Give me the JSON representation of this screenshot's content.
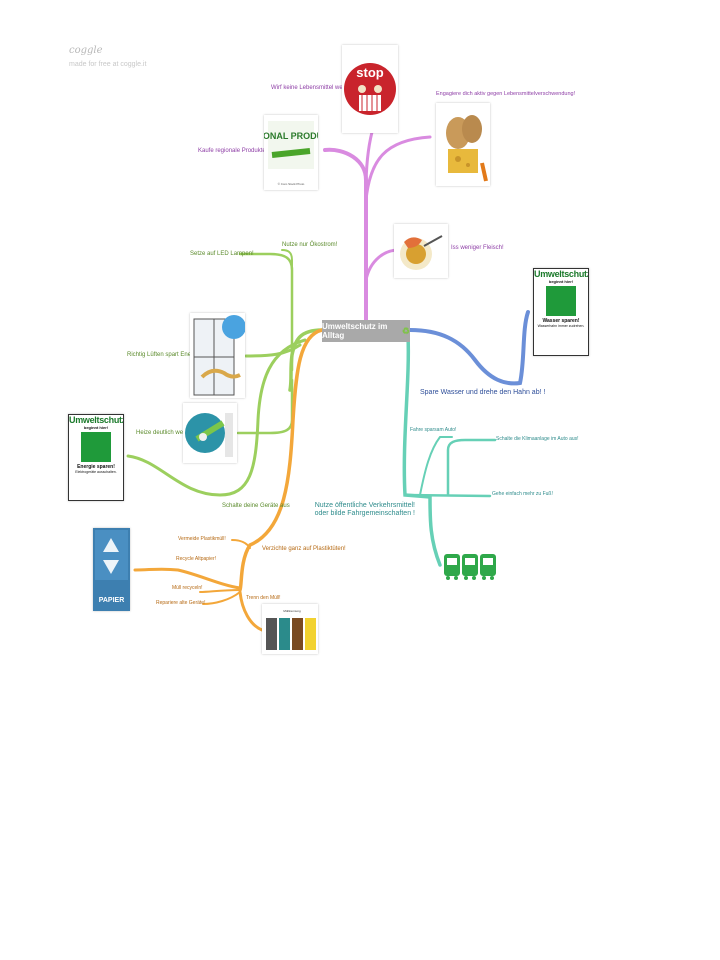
{
  "brand": {
    "name": "coggle",
    "tagline": "made for free at coggle.it"
  },
  "center": {
    "label": "Umweltschutz im Alltag"
  },
  "colors": {
    "purple": "#d98be0",
    "green": "#9ccf5e",
    "orange": "#f3a73a",
    "teal": "#66d0b6",
    "blue": "#6b8fd8",
    "center": "#a9a9a9"
  },
  "purple_branch": {
    "food_waste": "Wirf keine Lebensmittel weg!",
    "engage": "Engagiere dich aktiv gegen Lebensmittelverschwendung!",
    "regional": "Kaufe regionale Produkte!",
    "less_meat": "Iss weniger Fleisch!",
    "stop_sign_text": "stop",
    "regional_img_text": "REGIONAL PRODUKTE",
    "regional_img_caption": "© Coro Stock Photo"
  },
  "green_branch": {
    "led": "Setze auf LED Lampen!",
    "eco_power": "Nutze nur Ökostrom!",
    "airing": "Richtig Lüften spart Energie!",
    "heating": "Heize deutlich weniger!",
    "devices_off": "Schalte deine Geräte aus",
    "sign_title": "Umweltschutz",
    "sign_sub": "beginnt hier!",
    "sign_bottom": "Energie sparen!",
    "sign_foot": "Elektrogeräte ausschalten."
  },
  "orange_branch": {
    "plastic_bags": "Verzichte ganz auf Plastiktüten!",
    "plastic_waste": "Vermeide Plastikmüll!",
    "recycle_paper": "Recycle Altpapier!",
    "recycle_waste": "Müll recyceln!",
    "repair": "Repariere alte Geräte!",
    "separate": "Trenn den Müll!",
    "paper_label": "PAPIER",
    "bins_label": "Mülltrennung"
  },
  "teal_branch": {
    "public_transport": "Nutze öffentliche Verkehrsmittel! oder bilde Fahrgemeinschaften !",
    "drive_economical": "Fahre sparsam Auto!",
    "ac_off": "Schalte die Klimaanlage im Auto aus!",
    "walk": "Gehe einfach mehr zu Fuß!",
    "transport_icons": "bus-tram-train-icons"
  },
  "blue_branch": {
    "water": "Spare Wasser und drehe den Hahn ab! !",
    "sign_title": "Umweltschutz",
    "sign_sub": "beginnt hier!",
    "sign_bottom": "Wasser sparen!",
    "sign_foot": "Wasserhahn immer zudrehen."
  }
}
